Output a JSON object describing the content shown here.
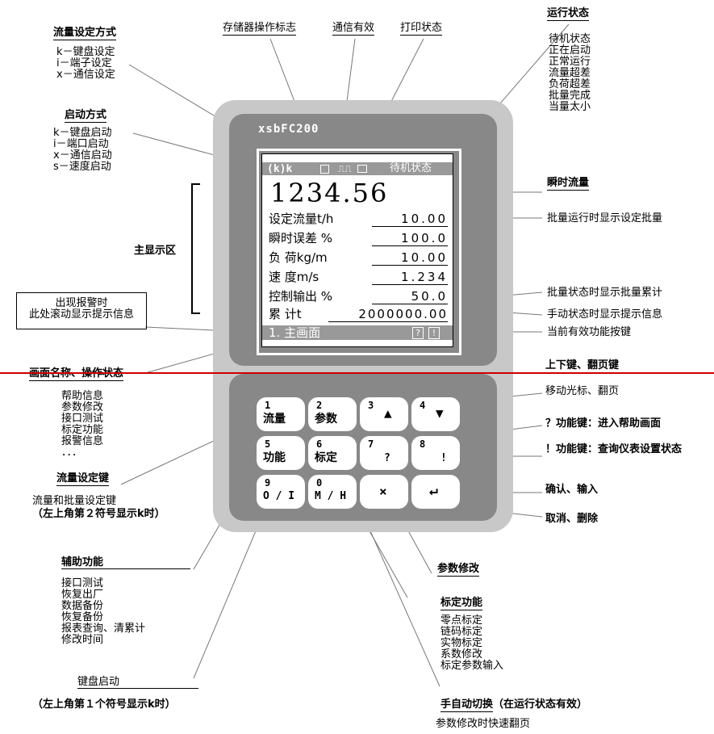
{
  "labels": {
    "flow_mode_title": "流量设定方式",
    "flow_mode_items": [
      "k－键盘设定",
      "i－端子设定",
      "x－通信设定"
    ],
    "start_mode_title": "启动方式",
    "start_mode_items": [
      "k－键盘启动",
      "i－端口启动",
      "x－通信启动",
      "s－速度启动"
    ],
    "storage_flag": "存储器操作标志",
    "comm_valid": "通信有效",
    "print_status": "打印状态",
    "run_state_title": "运行状态",
    "run_state_items": [
      "待机状态",
      "正在启动",
      "正常运行",
      "流量超差",
      "负荷超差",
      "批量完成",
      "当量太小"
    ],
    "main_area": "主显示区",
    "alarm_box": [
      "出现报警时",
      "此处滚动显示提示信息"
    ],
    "screen_name_title": "画面名称、操作状态",
    "screen_name_items": [
      "帮助信息",
      "参数修改",
      "接口测试",
      "标定功能",
      "报警信息",
      "．．．"
    ],
    "flow_key_title": "流量设定键",
    "flow_key_desc": [
      "流量和批量设定键",
      "（左上角第２符号显示k时）"
    ],
    "aux_title": "辅助功能",
    "aux_items": [
      "接口测试",
      "恢复出厂",
      "数据备份",
      "恢复备份",
      "报表查询、清累计",
      "修改时间"
    ],
    "kbd_start_title": "键盘启动",
    "kbd_start_desc": "（左上角第１个符号显示k时）",
    "inst_flow": "瞬时流量",
    "batch_note": "批量运行时显示设定批量",
    "batch_total_note": "批量状态时显示批量累计",
    "manual_note": "手动状态时显示提示信息",
    "func_keys_note": "当前有效功能按键",
    "updown_title": "上下键、翻页键",
    "updown_desc": "移动光标、翻页",
    "help_key": "？功能键：进入帮助画面",
    "query_key": "！功能键：查询仪表设置状态",
    "confirm": "确认、输入",
    "cancel": "取消、删除",
    "param_mod": "参数修改",
    "calib_title": "标定功能",
    "calib_items": [
      "零点标定",
      "链码标定",
      "实物标定",
      "系数修改",
      "标定参数输入"
    ],
    "manual_auto_title": "手自动切换",
    "manual_auto_paren": "（在运行状态有效）",
    "manual_auto_desc": "参数修改时快速翻页"
  },
  "device": {
    "model": "xsbFC200",
    "status_icons": "(k)k",
    "status_text": "待机状态",
    "big_value": "1234.56",
    "rows": [
      {
        "label": "设定流量t/h",
        "value": "10.00"
      },
      {
        "label": "瞬时误差 %",
        "value": "100.0"
      },
      {
        "label": "负 荷kg/m",
        "value": "10.00"
      },
      {
        "label": "速 度m/s",
        "value": "1.234"
      },
      {
        "label": "控制输出 %",
        "value": "50.0"
      },
      {
        "label": "累 计t",
        "value": "2000000.00"
      }
    ],
    "footer": "1. 主画面",
    "footer_icons": [
      "?",
      "!"
    ]
  },
  "keys": [
    {
      "num": "1",
      "label": "流量"
    },
    {
      "num": "2",
      "label": "参数"
    },
    {
      "num": "3",
      "label": "▲"
    },
    {
      "num": "4",
      "label": "▼"
    },
    {
      "num": "5",
      "label": "功能"
    },
    {
      "num": "6",
      "label": "标定"
    },
    {
      "num": "7",
      "label": "?"
    },
    {
      "num": "8",
      "label": "!"
    },
    {
      "num": "9",
      "label": "O / I"
    },
    {
      "num": "0",
      "label": "M / H"
    },
    {
      "num": "",
      "label": "×"
    },
    {
      "num": "",
      "label": "↵"
    }
  ],
  "colors": {
    "device_outer": "#c8c8c8",
    "panel": "#888888",
    "red_line": "#cc0000"
  }
}
